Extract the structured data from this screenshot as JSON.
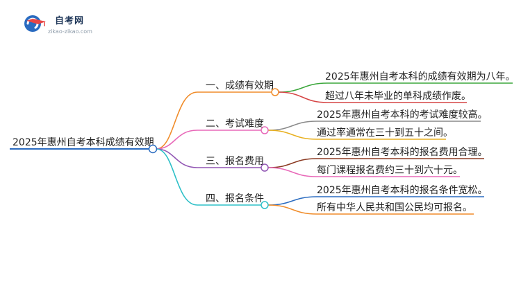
{
  "logo": {
    "name": "自考网",
    "url": "zikao-zikao.com"
  },
  "mindmap": {
    "root": "2025年惠州自考本科成绩有效期",
    "branches": [
      {
        "label": "一、成绩有效期",
        "color": "#f08c2a",
        "children": [
          {
            "text": "2025年惠州自考本科的成绩有效期为八年。",
            "color": "#3aa63a"
          },
          {
            "text": "超过八年未毕业的单科成绩作废。",
            "color": "#d64545"
          }
        ]
      },
      {
        "label": "二、考试难度",
        "color": "#e868b8",
        "children": [
          {
            "text": "2025年惠州自考本科的考试难度较高。",
            "color": "#8a8a8a"
          },
          {
            "text": "通过率通常在三十到五十之间。",
            "color": "#e8b020"
          }
        ]
      },
      {
        "label": "三、报名费用",
        "color": "#9257b4",
        "children": [
          {
            "text": "2025年惠州自考本科的报名费用合理。",
            "color": "#8b3a22"
          },
          {
            "text": "每门课程报名费约三十到六十元。",
            "color": "#e868b8"
          }
        ]
      },
      {
        "label": "四、报名条件",
        "color": "#2ec0c8",
        "children": [
          {
            "text": "2025年惠州自考本科的报名条件宽松。",
            "color": "#2a6bc0"
          },
          {
            "text": "所有中华人民共和国公民均可报名。",
            "color": "#f08c2a"
          }
        ]
      }
    ],
    "root_color": "#2a6bc0"
  }
}
